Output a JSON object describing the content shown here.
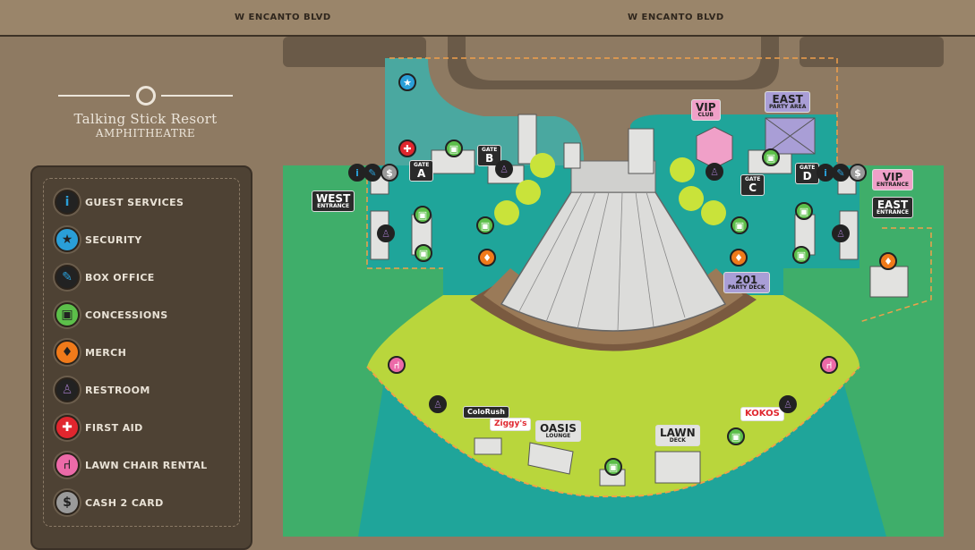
{
  "road": {
    "left_label": "W ENCANTO BLVD",
    "right_label": "W ENCANTO BLVD"
  },
  "logo": {
    "line1": "Talking Stick Resort",
    "line2": "AMPHITHEATRE"
  },
  "legend": [
    {
      "label": "GUEST SERVICES",
      "icon": "info-icon",
      "glyph": "i",
      "color": "#2a9fd8"
    },
    {
      "label": "SECURITY",
      "icon": "shield-icon",
      "glyph": "★",
      "color": "#2a9fd8"
    },
    {
      "label": "BOX OFFICE",
      "icon": "ticket-icon",
      "glyph": "✎",
      "color": "#2a9fd8"
    },
    {
      "label": "CONCESSIONS",
      "icon": "concessions-icon",
      "glyph": "▣",
      "color": "#5cbf4a"
    },
    {
      "label": "MERCH",
      "icon": "shirt-icon",
      "glyph": "♦",
      "color": "#f07a1a"
    },
    {
      "label": "RESTROOM",
      "icon": "restroom-icon",
      "glyph": "♙",
      "color": "#8a6aa8"
    },
    {
      "label": "FIRST AID",
      "icon": "first-aid-icon",
      "glyph": "✚",
      "color": "#e0262e"
    },
    {
      "label": "LAWN CHAIR RENTAL",
      "icon": "lawn-chair-icon",
      "glyph": "⑁",
      "color": "#ec6aa8"
    },
    {
      "label": "CASH 2 CARD",
      "icon": "cash-icon",
      "glyph": "$",
      "color": "#9a9a9a"
    }
  ],
  "map": {
    "gates": [
      {
        "big": "A",
        "small": "GATE"
      },
      {
        "big": "B",
        "small": "GATE"
      },
      {
        "big": "C",
        "small": "GATE"
      },
      {
        "big": "D",
        "small": "GATE"
      }
    ],
    "west_entrance": {
      "big": "WEST",
      "small": "ENTRANCE"
    },
    "east_entrance": {
      "big": "EAST",
      "small": "ENTRANCE"
    },
    "vip_entrance": {
      "big": "VIP",
      "small": "ENTRANCE"
    },
    "vip_club": {
      "big": "VIP",
      "small": "CLUB"
    },
    "east_party": {
      "big": "EAST",
      "small": "PARTY AREA"
    },
    "party_deck": {
      "big": "201",
      "small": "PARTY DECK"
    },
    "oasis": {
      "big": "OASIS",
      "small": "LOUNGE"
    },
    "lawn_deck": {
      "big": "LAWN",
      "small": "DECK"
    },
    "colorush": "ColoRush",
    "ziggys": "Ziggy's",
    "kokos": "KOKOS"
  },
  "colors": {
    "bg": "#8e7a62",
    "teal": "#1fa59a",
    "green": "#3fae6a",
    "lawn": "#b9d63c",
    "stage": "#dcdcda"
  }
}
